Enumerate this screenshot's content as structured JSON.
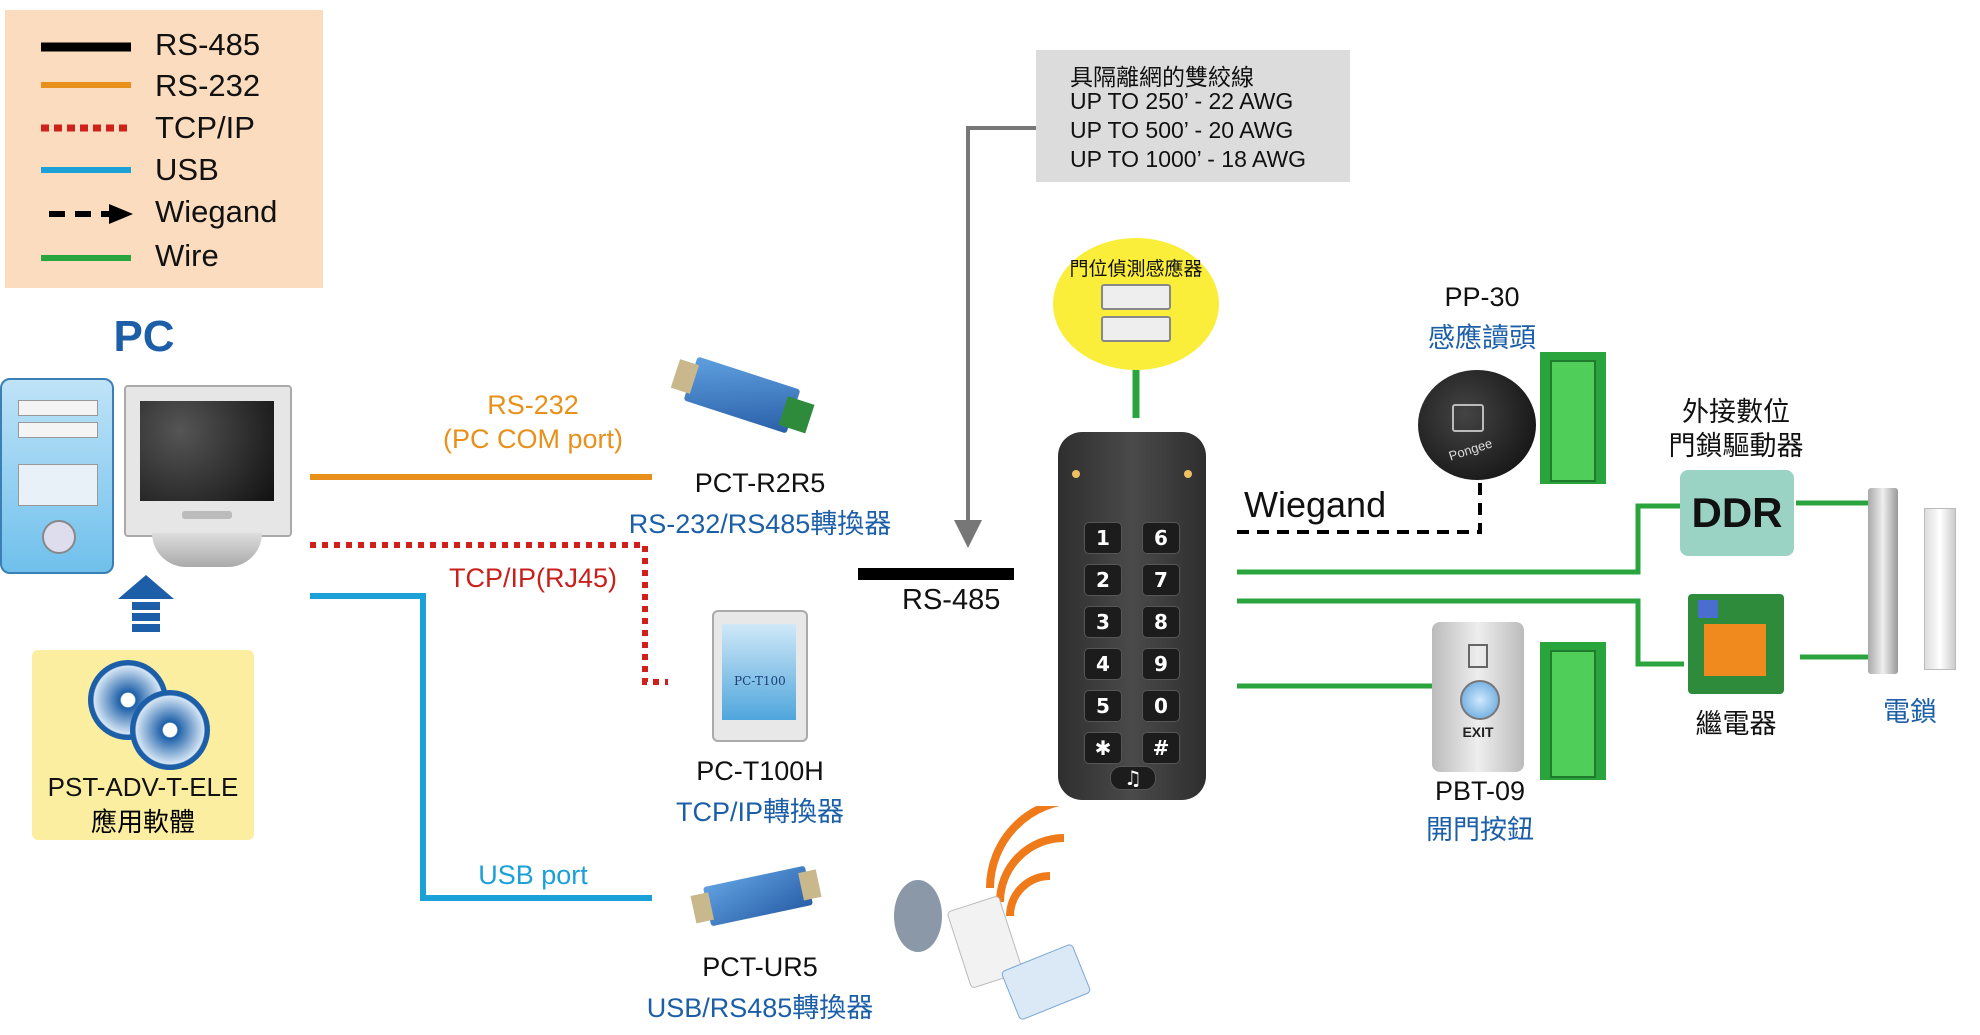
{
  "legend": {
    "items": [
      {
        "label": "RS-485",
        "color": "#000000",
        "style": "solid"
      },
      {
        "label": "RS-232",
        "color": "#e8901c",
        "style": "solid"
      },
      {
        "label": "TCP/IP",
        "color": "#d0201c",
        "style": "dotted"
      },
      {
        "label": "USB",
        "color": "#1ba0d8",
        "style": "solid"
      },
      {
        "label": "Wiegand",
        "color": "#000000",
        "style": "dashed-arrow"
      },
      {
        "label": "Wire",
        "color": "#2aa43c",
        "style": "solid"
      }
    ]
  },
  "pc": {
    "title": "PC"
  },
  "software": {
    "model": "PST-ADV-T-ELE",
    "name": "應用軟體"
  },
  "links": {
    "rs232_label": "RS-232",
    "rs232_sub": "(PC COM port)",
    "tcpip_label": "TCP/IP(RJ45)",
    "usb_label": "USB port",
    "rs485_label": "RS-485",
    "wiegand_label": "Wiegand"
  },
  "converters": {
    "r2r5": {
      "model": "PCT-R2R5",
      "name": "RS-232/RS485轉換器"
    },
    "t100h": {
      "model": "PC-T100H",
      "name": "TCP/IP轉換器",
      "device_text": "PC-T100"
    },
    "ur5": {
      "model": "PCT-UR5",
      "name": "USB/RS485轉換器"
    }
  },
  "cable_note": {
    "title": "具隔離網的雙絞線",
    "lines": [
      "UP TO 250’ - 22 AWG",
      "UP TO 500’ - 20 AWG",
      "UP TO 1000’ - 18 AWG"
    ]
  },
  "door_sensor": {
    "name": "門位偵測感應器"
  },
  "keypad": {
    "keys": [
      "1",
      "6",
      "2",
      "7",
      "3",
      "8",
      "4",
      "9",
      "5",
      "0",
      "✱",
      "#"
    ]
  },
  "reader": {
    "model": "PP-30",
    "name": "感應讀頭",
    "brand": "Pongee"
  },
  "exit_button": {
    "model": "PBT-09",
    "name": "開門按鈕",
    "device_text": "EXIT"
  },
  "ddr": {
    "title_line1": "外接數位",
    "title_line2": "門鎖驅動器",
    "text": "DDR"
  },
  "relay": {
    "name": "繼電器"
  },
  "lock": {
    "name": "電鎖"
  }
}
